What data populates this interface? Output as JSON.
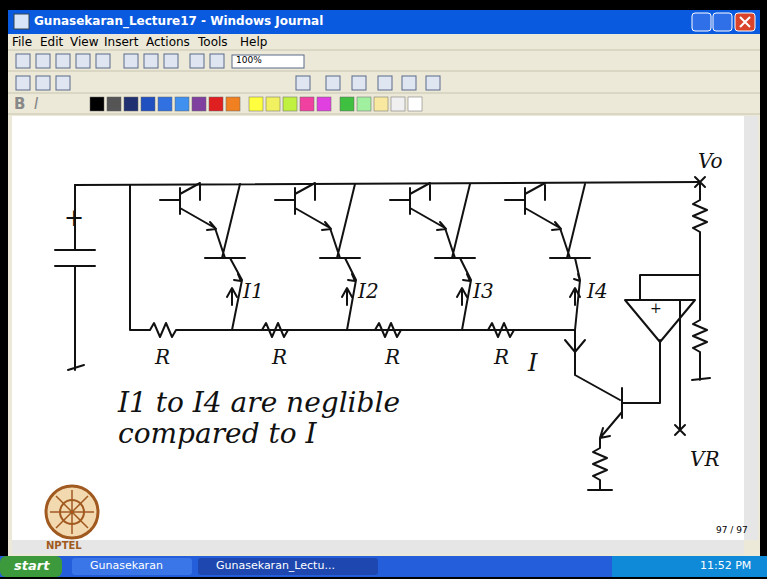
{
  "diagram": {
    "labels": [
      "Gunasekaran_Lecture17 - Windows Journal",
      "File",
      "Edit",
      "View",
      "Insert",
      "Actions",
      "Tools",
      "Help",
      "100%",
      "B",
      "I",
      "+",
      "Vo",
      "I1",
      "I2",
      "I3",
      "I4",
      "R",
      "R",
      "R",
      "R",
      "I",
      "+",
      "VR",
      "I1 to I4 are neglible compared to I",
      "97 / 97",
      "start",
      "Gunasekaran",
      "Gunasekaran_Lectu...",
      "11:52 PM",
      "NPTEL"
    ]
  }
}
